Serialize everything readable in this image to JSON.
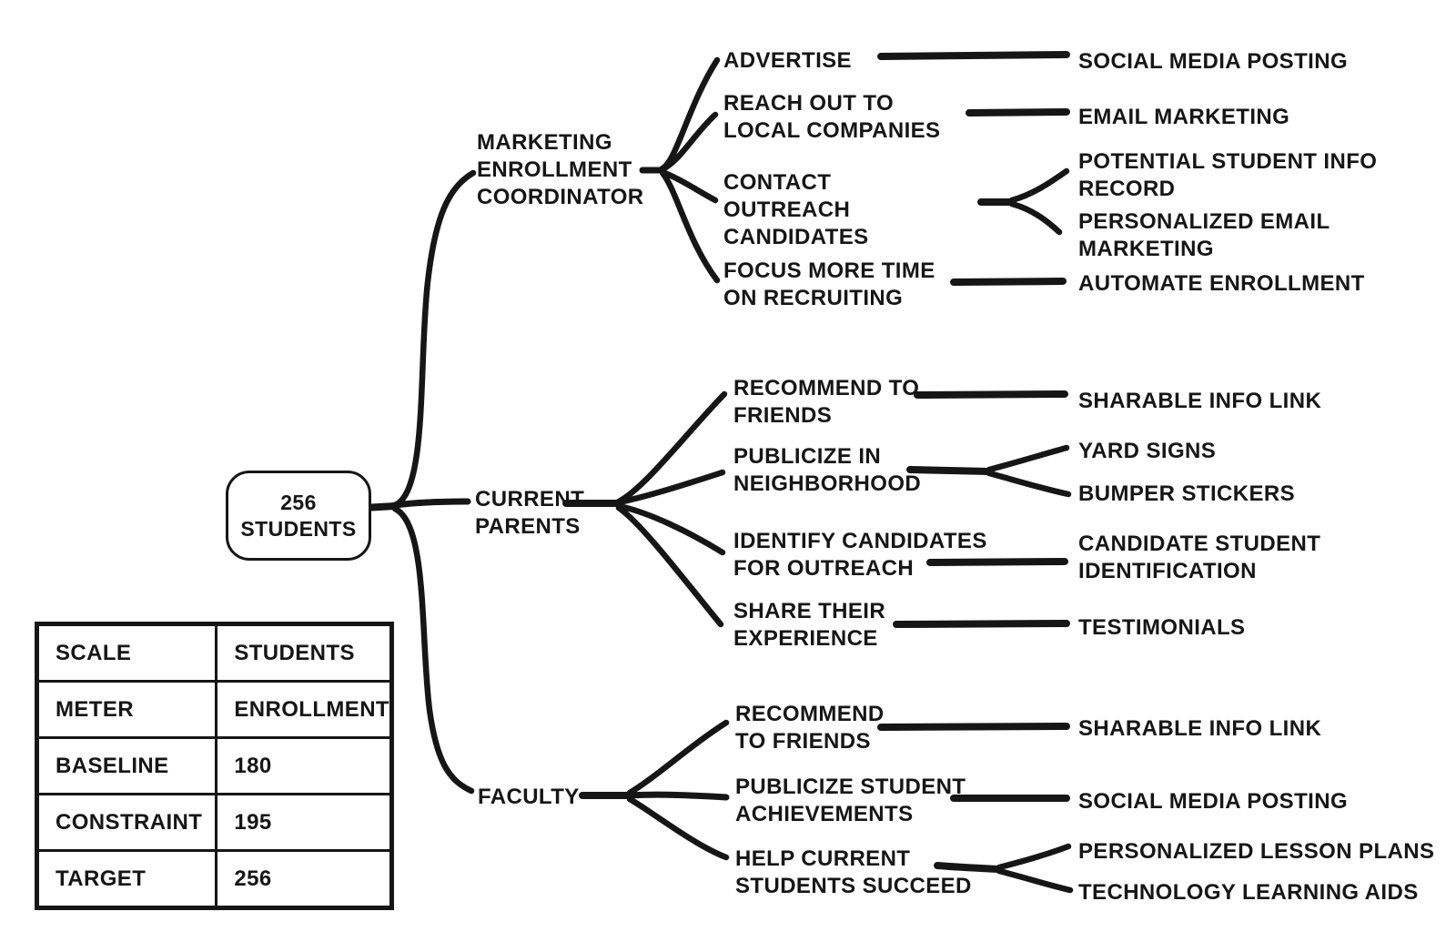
{
  "root": {
    "label": "256 STUDENTS"
  },
  "branches": [
    {
      "label": "MARKETING ENROLLMENT COORDINATOR",
      "children": [
        {
          "label": "ADVERTISE",
          "leaves": [
            "SOCIAL MEDIA POSTING"
          ]
        },
        {
          "label": "REACH OUT TO LOCAL COMPANIES",
          "leaves": [
            "EMAIL MARKETING"
          ]
        },
        {
          "label": "CONTACT OUTREACH CANDIDATES",
          "leaves": [
            "POTENTIAL STUDENT INFO RECORD",
            "PERSONALIZED EMAIL MARKETING"
          ]
        },
        {
          "label": "FOCUS MORE TIME ON RECRUITING",
          "leaves": [
            "AUTOMATE ENROLLMENT"
          ]
        }
      ]
    },
    {
      "label": "CURRENT PARENTS",
      "children": [
        {
          "label": "RECOMMEND TO FRIENDS",
          "leaves": [
            "SHARABLE INFO LINK"
          ]
        },
        {
          "label": "PUBLICIZE IN NEIGHBORHOOD",
          "leaves": [
            "YARD SIGNS",
            "BUMPER STICKERS"
          ]
        },
        {
          "label": "IDENTIFY CANDIDATES FOR OUTREACH",
          "leaves": [
            "CANDIDATE STUDENT IDENTIFICATION"
          ]
        },
        {
          "label": "SHARE THEIR EXPERIENCE",
          "leaves": [
            "TESTIMONIALS"
          ]
        }
      ]
    },
    {
      "label": "FACULTY",
      "children": [
        {
          "label": "RECOMMEND TO FRIENDS",
          "leaves": [
            "SHARABLE INFO LINK"
          ]
        },
        {
          "label": "PUBLICIZE STUDENT ACHIEVEMENTS",
          "leaves": [
            "SOCIAL MEDIA POSTING"
          ]
        },
        {
          "label": "HELP CURRENT STUDENTS SUCCEED",
          "leaves": [
            "PERSONALIZED LESSON PLANS",
            "TECHNOLOGY LEARNING AIDS"
          ]
        }
      ]
    }
  ],
  "metrics_table": {
    "rows": [
      [
        "SCALE",
        "STUDENTS"
      ],
      [
        "METER",
        "ENROLLMENT"
      ],
      [
        "BASELINE",
        "180"
      ],
      [
        "CONSTRAINT",
        "195"
      ],
      [
        "TARGET",
        "256"
      ]
    ]
  },
  "colors": {
    "ink": "#161616",
    "background": "#ffffff"
  }
}
